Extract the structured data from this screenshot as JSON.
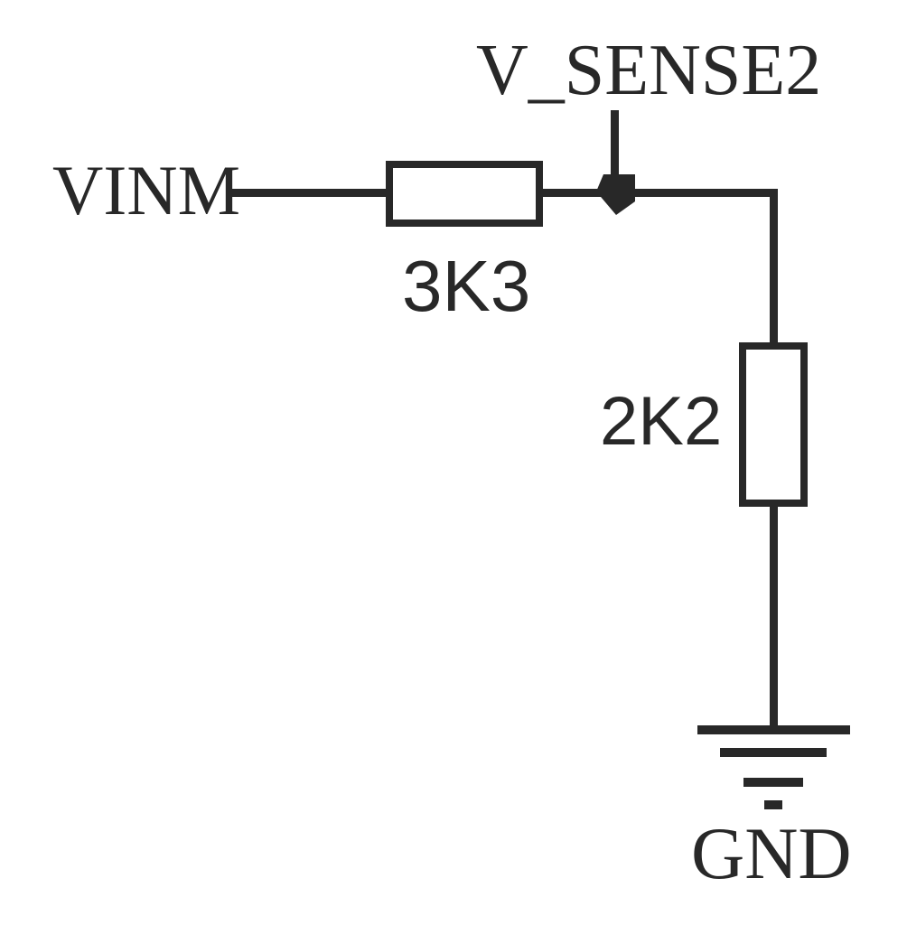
{
  "diagram": {
    "type": "circuit-schematic",
    "description": "Resistive voltage divider from VINM to GND with sense tap V_SENSE2",
    "nets": {
      "input_label": "VINM",
      "sense_label": "V_SENSE2",
      "ground_label": "GND"
    },
    "components": [
      {
        "id": "R1",
        "type": "resistor",
        "value": "3K3",
        "orientation": "horizontal",
        "connects": [
          "VINM",
          "V_SENSE2"
        ]
      },
      {
        "id": "R2",
        "type": "resistor",
        "value": "2K2",
        "orientation": "vertical",
        "connects": [
          "V_SENSE2",
          "GND"
        ]
      }
    ],
    "symbols": {
      "junction": "filled-node-dot",
      "ground": "earth-ground-4-bars"
    },
    "colors": {
      "ink": "#282828",
      "background": "#ffffff"
    }
  }
}
